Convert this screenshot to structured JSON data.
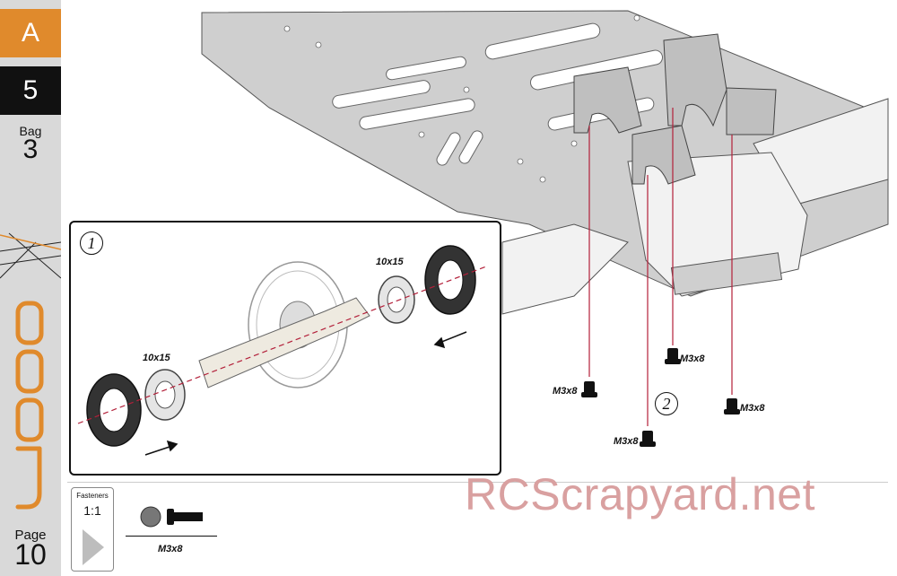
{
  "sidebar": {
    "section": "A",
    "step": "5",
    "bag_label": "Bag",
    "bag_number": "3",
    "page_label": "Page",
    "page_number": "10",
    "colors": {
      "section_bg": "#e08a2c",
      "step_bg": "#111111",
      "sidebar_bg": "#d9d9d9"
    }
  },
  "main": {
    "substep_2": "2",
    "screws": [
      "M3x8",
      "M3x8",
      "M3x8",
      "M3x8"
    ]
  },
  "inset": {
    "substep_1": "1",
    "bearing_left": "10x15",
    "bearing_right": "10x15"
  },
  "fasteners": {
    "title": "Fasteners",
    "scale": "1:1",
    "item": "M3x8"
  },
  "watermark": "RCScrapyard.net"
}
